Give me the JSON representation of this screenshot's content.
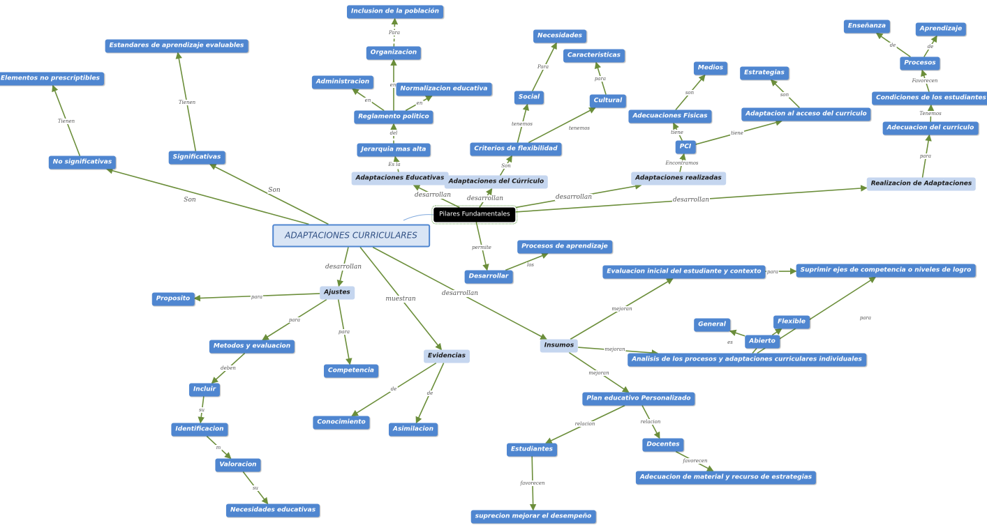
{
  "colors": {
    "accent": "#4f86d0",
    "pale": "#c5d6ef",
    "connector": "#6b8e3a",
    "central_fill": "#d9e5f5"
  },
  "nodes": [
    {
      "id": "central",
      "text": "ADAPTACIONES CURRICULARES"
    },
    {
      "id": "pilares",
      "text": "Pilares Fundamentales"
    },
    {
      "id": "adapt_edu",
      "text": "Adaptaciones Educativas"
    },
    {
      "id": "adapt_curr",
      "text": "Adaptaciones del Cúrriculo"
    },
    {
      "id": "adapt_real",
      "text": "Adaptaciones realizadas"
    },
    {
      "id": "realizacion",
      "text": "Realizacion de Adaptaciones"
    },
    {
      "id": "jerarquia",
      "text": "Jerarquia mas alta"
    },
    {
      "id": "reglamento",
      "text": "Reglamento politico"
    },
    {
      "id": "administracion",
      "text": "Administracion"
    },
    {
      "id": "organizacion",
      "text": "Organizacion"
    },
    {
      "id": "normalizacion",
      "text": "Normalizacion educativa"
    },
    {
      "id": "inclusion",
      "text": "Inclusion de la población"
    },
    {
      "id": "criterios",
      "text": "Criterios de flexibilidad"
    },
    {
      "id": "social",
      "text": "Social"
    },
    {
      "id": "necesidades",
      "text": "Necesidades"
    },
    {
      "id": "cultural",
      "text": "Cultural"
    },
    {
      "id": "caracteristicas",
      "text": "Caracteristicas"
    },
    {
      "id": "pci",
      "text": "PCI"
    },
    {
      "id": "adec_fisicas",
      "text": "Adecuaciones Fisicas"
    },
    {
      "id": "medios",
      "text": "Medios"
    },
    {
      "id": "adapt_acceso",
      "text": "Adaptacion al acceso del curriculo"
    },
    {
      "id": "estrategias",
      "text": "Estrategias"
    },
    {
      "id": "adec_curriculo",
      "text": "Adecuacion del curriculo"
    },
    {
      "id": "condiciones",
      "text": "Condiciones de los estudiantes"
    },
    {
      "id": "procesos",
      "text": "Procesos"
    },
    {
      "id": "ensenanza",
      "text": "Enseñanza"
    },
    {
      "id": "aprendizaje",
      "text": "Aprendizaje"
    },
    {
      "id": "significativas",
      "text": "Significativas"
    },
    {
      "id": "estandares",
      "text": "Estandares de aprendizaje evaluables"
    },
    {
      "id": "no_signif",
      "text": "No significativas"
    },
    {
      "id": "no_prescrip",
      "text": "Elementos no prescriptibles"
    },
    {
      "id": "desarrollar",
      "text": "Desarrollar"
    },
    {
      "id": "procesos_apr",
      "text": "Procesos de aprendizaje"
    },
    {
      "id": "ajustes",
      "text": "Ajustes"
    },
    {
      "id": "proposito",
      "text": "Proposito"
    },
    {
      "id": "metodos",
      "text": "Metodos y evaluacion"
    },
    {
      "id": "competencia",
      "text": "Competencia"
    },
    {
      "id": "incluir",
      "text": "Incluir"
    },
    {
      "id": "identificacion",
      "text": "Identificacion"
    },
    {
      "id": "valoracion",
      "text": "Valoracion"
    },
    {
      "id": "nec_educ",
      "text": "Necesidades educativas"
    },
    {
      "id": "evidencias",
      "text": "Evidencias"
    },
    {
      "id": "conocimiento",
      "text": "Conocimiento"
    },
    {
      "id": "asimilacion",
      "text": "Asimilacion"
    },
    {
      "id": "insumos",
      "text": "Insumos"
    },
    {
      "id": "eval_inicial",
      "text": "Evaluacion inicial del estudiante y contexto"
    },
    {
      "id": "suprimir",
      "text": "Suprimir ejes de competencia o niveles de logro"
    },
    {
      "id": "analisis",
      "text": "Analisis de los procesos y adaptaciones curriculares individuales"
    },
    {
      "id": "general",
      "text": "General"
    },
    {
      "id": "abierto",
      "text": "Abierto"
    },
    {
      "id": "flexible",
      "text": "Flexible"
    },
    {
      "id": "plan",
      "text": "Plan educativo Personalizado"
    },
    {
      "id": "estudiantes",
      "text": "Estudiantes"
    },
    {
      "id": "docentes",
      "text": "Docentes"
    },
    {
      "id": "suprecion",
      "text": "suprecion mejorar el desempeño"
    },
    {
      "id": "adec_material",
      "text": "Adecuacion de material y recurso de estrategias"
    }
  ],
  "links": [
    {
      "text": "desarrollan"
    },
    {
      "text": "desarrollan"
    },
    {
      "text": "desarrollan"
    },
    {
      "text": "desarrollan"
    },
    {
      "text": "Es la"
    },
    {
      "text": "del"
    },
    {
      "text": "en"
    },
    {
      "text": "en"
    },
    {
      "text": "en"
    },
    {
      "text": "Para"
    },
    {
      "text": "Son"
    },
    {
      "text": "tenemos"
    },
    {
      "text": "Para"
    },
    {
      "text": "tenemos"
    },
    {
      "text": "para"
    },
    {
      "text": "Encontramos"
    },
    {
      "text": "tiene"
    },
    {
      "text": "son"
    },
    {
      "text": "tiene"
    },
    {
      "text": "son"
    },
    {
      "text": "para"
    },
    {
      "text": "Tenemos"
    },
    {
      "text": "Favorecen"
    },
    {
      "text": "de"
    },
    {
      "text": "de"
    },
    {
      "text": "Son"
    },
    {
      "text": "Tienen"
    },
    {
      "text": "Son"
    },
    {
      "text": "Tienen"
    },
    {
      "text": "permite"
    },
    {
      "text": "los"
    },
    {
      "text": "desarrollan"
    },
    {
      "text": "para"
    },
    {
      "text": "para"
    },
    {
      "text": "para"
    },
    {
      "text": "deben"
    },
    {
      "text": "su"
    },
    {
      "text": "m"
    },
    {
      "text": "su"
    },
    {
      "text": "muestran"
    },
    {
      "text": "de"
    },
    {
      "text": "de"
    },
    {
      "text": "desarrollan"
    },
    {
      "text": "mejoran"
    },
    {
      "text": "para"
    },
    {
      "text": "mejoran"
    },
    {
      "text": "para"
    },
    {
      "text": "es"
    },
    {
      "text": "mejoran"
    },
    {
      "text": "relacion"
    },
    {
      "text": "relacion"
    },
    {
      "text": "favorecen"
    },
    {
      "text": "favorecen"
    }
  ]
}
